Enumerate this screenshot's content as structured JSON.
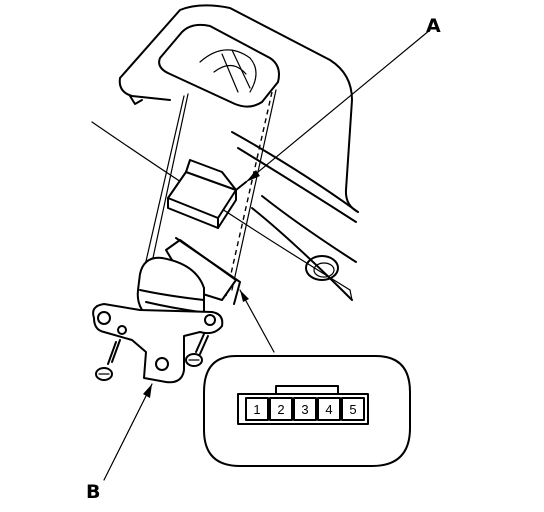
{
  "callouts": {
    "a": "A",
    "b": "B"
  },
  "connector": {
    "pins": [
      "1",
      "2",
      "3",
      "4",
      "5"
    ]
  }
}
